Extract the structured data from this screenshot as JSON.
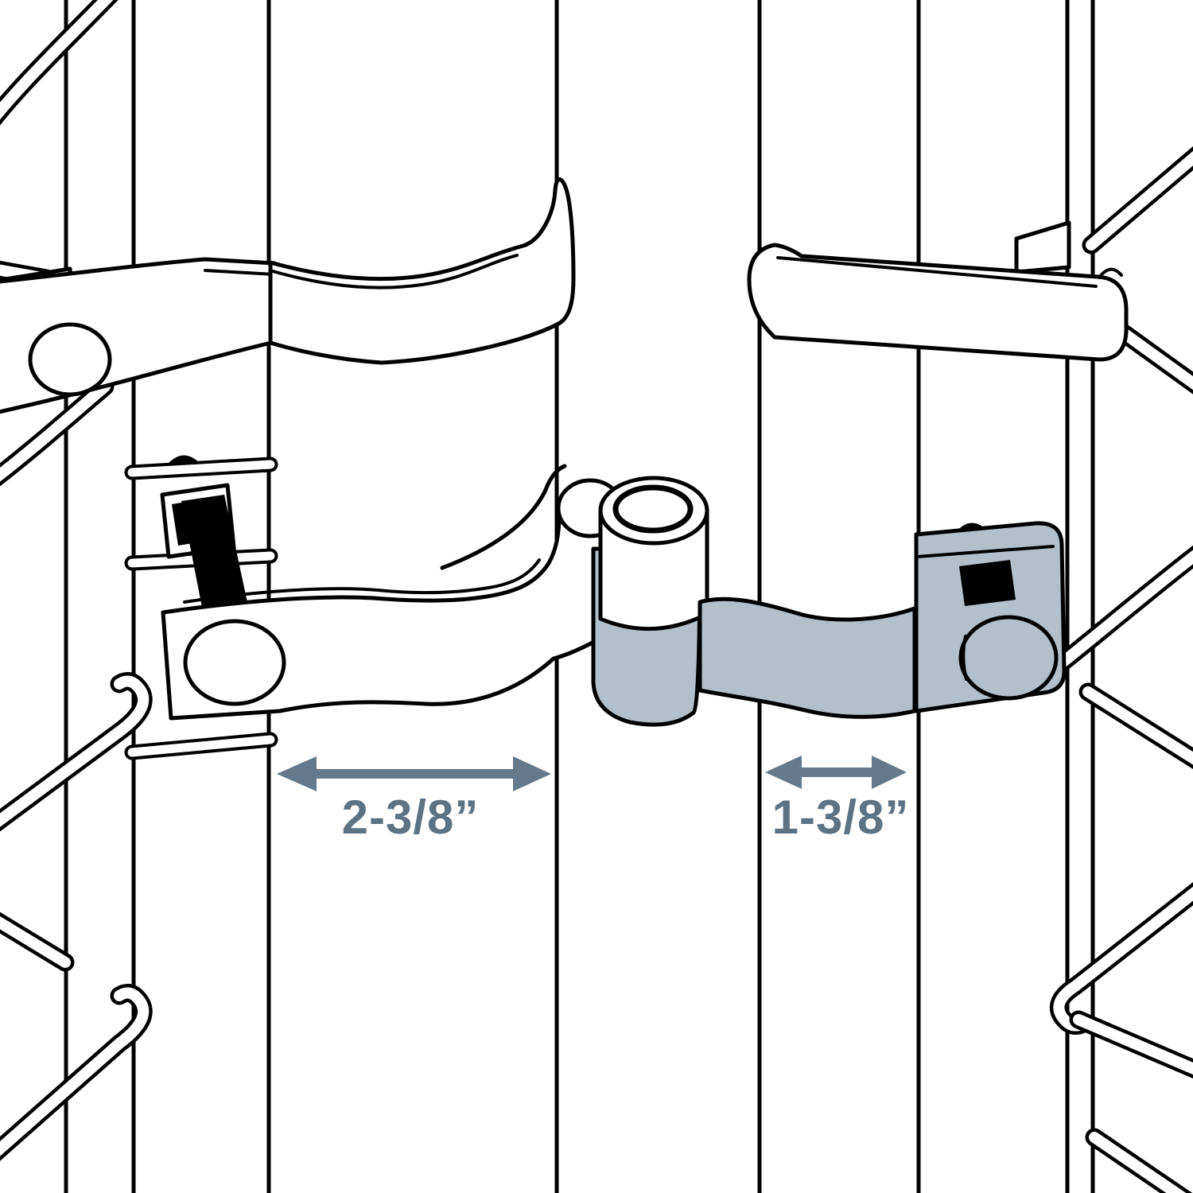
{
  "diagram": {
    "type": "fence-gate-hinge-size-diagram",
    "dimension_labels": {
      "left_post": "2-3/8”",
      "right_post": "1-3/8”"
    }
  },
  "colors": {
    "background": "#ffffff",
    "line": "#000000",
    "clamp_fill": "#b3c0ca",
    "dimension_accent": "#64798c",
    "dimension_text": "#5d7384",
    "post_fill": "#ffffff",
    "bolt_fill": "#000000"
  },
  "icons": {
    "left_dimension_arrow": "double-headed-arrow-icon",
    "right_dimension_arrow": "double-headed-arrow-icon"
  }
}
